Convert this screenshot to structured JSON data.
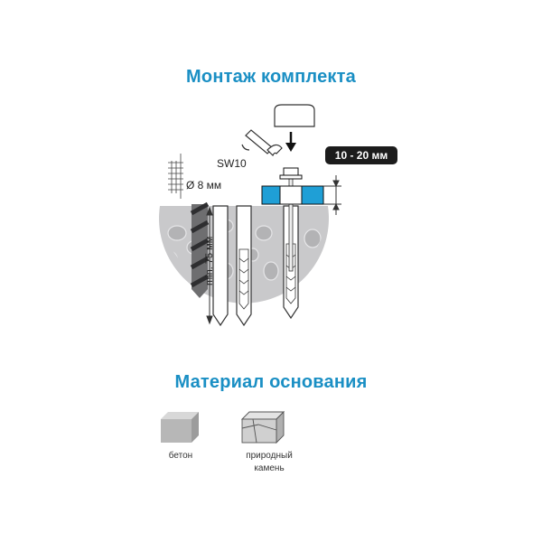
{
  "colors": {
    "accent": "#1a8fc4",
    "badge_bg": "#1c1c1c",
    "stone_fill": "#c9c9cb",
    "nut_blue": "#1f9fd6"
  },
  "section_mount": {
    "title": "Монтаж комплекта",
    "wrench_label": "SW10",
    "drill_diameter_label": "Ø 8 мм",
    "depth_label": "min. 75 мм",
    "thickness_badge": "10 - 20 мм"
  },
  "section_material": {
    "title": "Материал основания",
    "items": [
      {
        "label": "бетон",
        "icon": "concrete-block-icon"
      },
      {
        "label": "природный камень",
        "icon": "natural-stone-icon"
      }
    ]
  }
}
